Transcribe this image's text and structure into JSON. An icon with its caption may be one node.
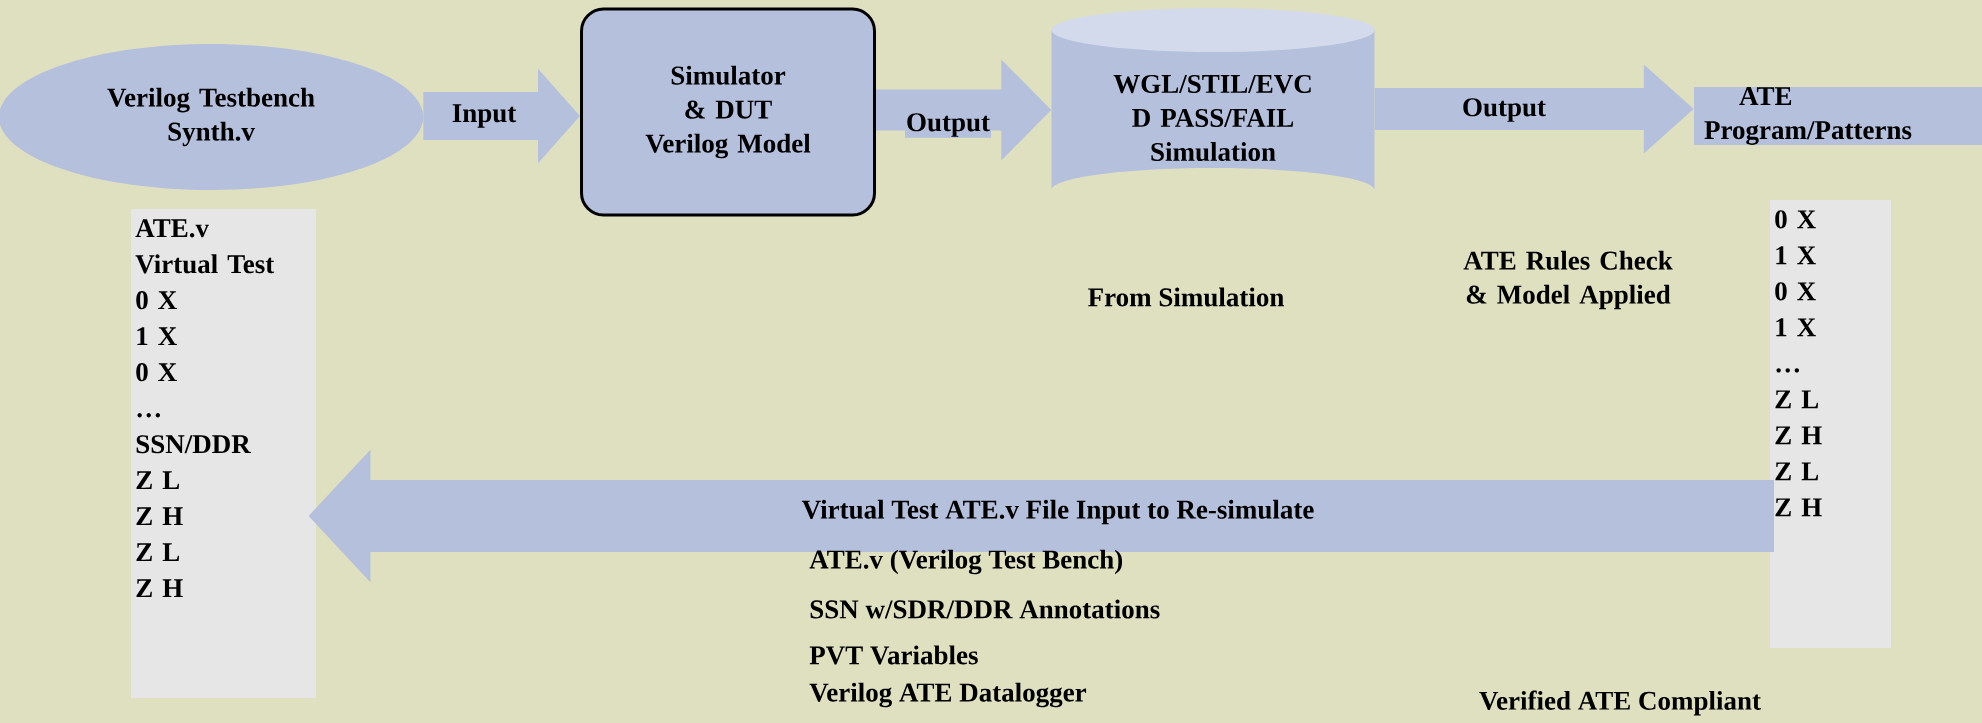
{
  "diagram": {
    "nodes": [
      {
        "text": [
          "Verilog Testbench Synth.v"
        ]
      },
      {
        "text": [
          "Simulator & DUT Verilog Model"
        ]
      },
      {
        "text": [
          "WGL/STIL/EVC D PASS/FAIL Simulation"
        ]
      },
      {
        "text": [
          "ATE Program/Patterns"
        ]
      },
      {
        "text": [
          "ATE.v",
          "Virtual Test",
          "0 X",
          "1 X",
          "0 X",
          "…",
          "SSN/DDR",
          "Z L",
          "Z H",
          "Z L",
          "Z H"
        ]
      },
      {
        "text": [
          "0 X",
          "1 X",
          "0 X",
          "1 X",
          "…",
          "Z L",
          "Z H",
          "Z L",
          "Z H"
        ]
      }
    ],
    "edges": [
      {
        "from": 0,
        "to": 1,
        "arrow": "to",
        "label": "Input"
      },
      {
        "from": 1,
        "to": 2,
        "arrow": "to",
        "label": "Output"
      },
      {
        "from": 2,
        "to": 3,
        "arrow": "to",
        "label": "Output"
      },
      {
        "from": 5,
        "to": 4,
        "arrow": "to",
        "label": "Virtual Test ATE.v File Input to Re-simulate"
      }
    ],
    "labels": [
      "From Simulation",
      "ATE Rules Check & Model Applied",
      "ATE.v (Verilog Test Bench)",
      "SSN w/SDR/DDR Annotations",
      "PVT Variables",
      "Verilog ATE Datalogger",
      "Verified ATE Compliant"
    ]
  }
}
